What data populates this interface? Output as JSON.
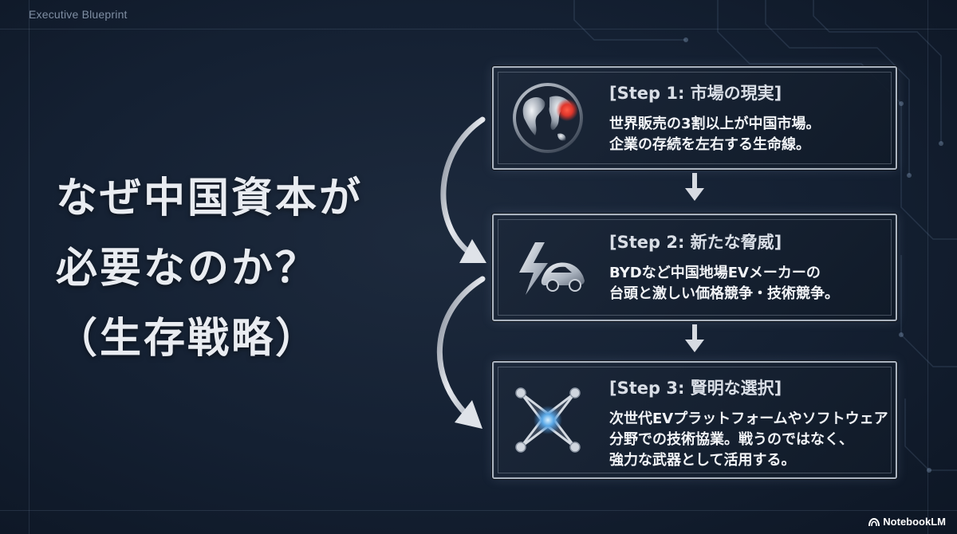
{
  "header": {
    "brand": "Executive Blueprint"
  },
  "headline": {
    "lines": [
      "なぜ中国資本が",
      "必要なのか？",
      "（生存戦略）"
    ]
  },
  "steps": [
    {
      "title": "[Step 1: 市場の現実]",
      "lines": [
        "世界販売の3割以上が中国市場。",
        "企業の存続を左右する生命線。"
      ],
      "icon": "globe-icon"
    },
    {
      "title": "[Step 2: 新たな脅威]",
      "lines": [
        "BYDなど中国地場EVメーカーの",
        "台頭と激しい価格競争・技術競争。"
      ],
      "icon": "lightning-car-icon"
    },
    {
      "title": "[Step 3: 賢明な選択]",
      "lines": [
        "次世代EVプラットフォームやソフトウェア",
        "分野での技術協業。戦うのではなく、",
        "強力な武器として活用する。"
      ],
      "icon": "network-nodes-icon"
    }
  ],
  "footer": {
    "badge": "NotebookLM"
  },
  "colors": {
    "background": "#142032",
    "accent_red": "#e0362b",
    "card_border": "#aab3bf"
  }
}
